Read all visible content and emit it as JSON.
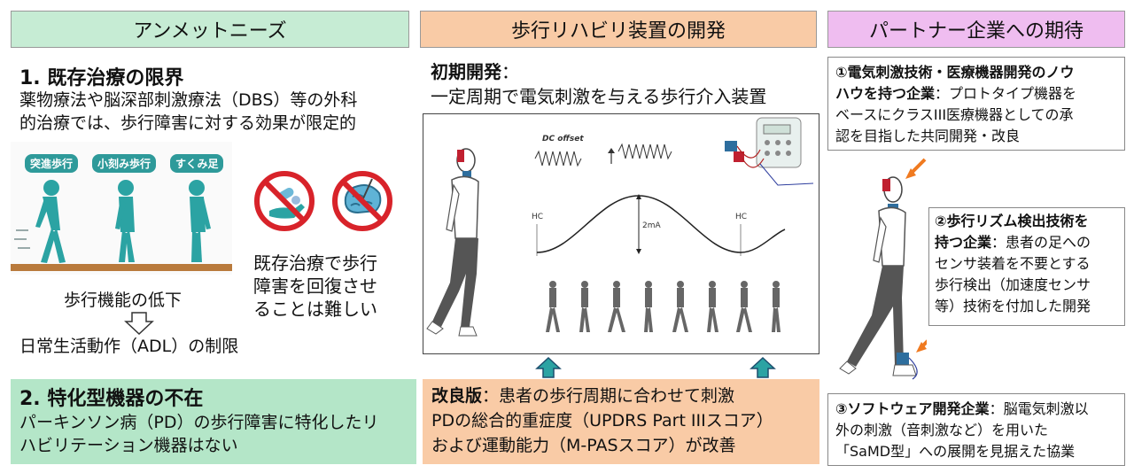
{
  "left": {
    "header": "アンメットニーズ",
    "sec1_title": "1. 既存治療の限界",
    "sec1_body_l1": "薬物療法や脳深部刺激療法（DBS）等の外科",
    "sec1_body_l2": "的治療では、歩行障害に対する効果が限定的",
    "gait_labels": [
      "突進歩行",
      "小刻み歩行",
      "すくみ足"
    ],
    "existing_l1": "既存治療で歩行",
    "existing_l2": "障害を回復させ",
    "existing_l3": "ることは難しい",
    "decline": "歩行機能の低下",
    "adl": "日常生活動作（ADL）の制限",
    "sec2_title": "2. 特化型機器の不在",
    "sec2_body_l1": "パーキンソン病（PD）の歩行障害に特化したリ",
    "sec2_body_l2": "ハビリテーション機器はない"
  },
  "center": {
    "header": "歩行リハビリ装置の開発",
    "initial_title": "初期開発",
    "initial_colon": "：",
    "initial_desc": "一定周期で電気刺激を与える歩行介入装置",
    "dc_offset": "DC offset",
    "hc_left": "HC",
    "hc_right": "HC",
    "amp": "2mA",
    "improved_title": "改良版",
    "improved_l1": "：患者の歩行周期に合わせて刺激",
    "improved_l2": "PDの総合的重症度（UPDRS Part IIIスコア）",
    "improved_l3": "および運動能力（M-PASスコア）が改善"
  },
  "right": {
    "header": "パートナー企業への期待",
    "p1_bold_l1": "①電気刺激技術・医療機器開発のノウ",
    "p1_bold_l2": "ハウを持つ企業",
    "p1_rest_l2": "：プロトタイプ機器を",
    "p1_l3": "ベースにクラスIII医療機器としての承",
    "p1_l4": "認を目指した共同開発・改良",
    "p2_bold_l1": "②歩行リズム検出技術を",
    "p2_bold_l2": "持つ企業",
    "p2_rest_l2": "：患者の足への",
    "p2_l3": "センサ装着を不要とする",
    "p2_l4": "歩行検出（加速度センサ",
    "p2_l5": "等）技術を付加した開発",
    "p3_bold_l1": "③ソフトウェア開発企業",
    "p3_rest_l1": "：脳電気刺激以",
    "p3_l2": "外の刺激（音刺激など）を用いた",
    "p3_l3": "「SaMD型」への展開を見据えた協業"
  },
  "colors": {
    "left_header": "#c6ecd4",
    "center_header": "#f9cba6",
    "right_header": "#efbdf0",
    "sec2_bg": "#b4e6c8",
    "improved_bg": "#f9cba6",
    "gait_teal": "#2ba3a3",
    "arrow_orange": "#f07a20"
  }
}
